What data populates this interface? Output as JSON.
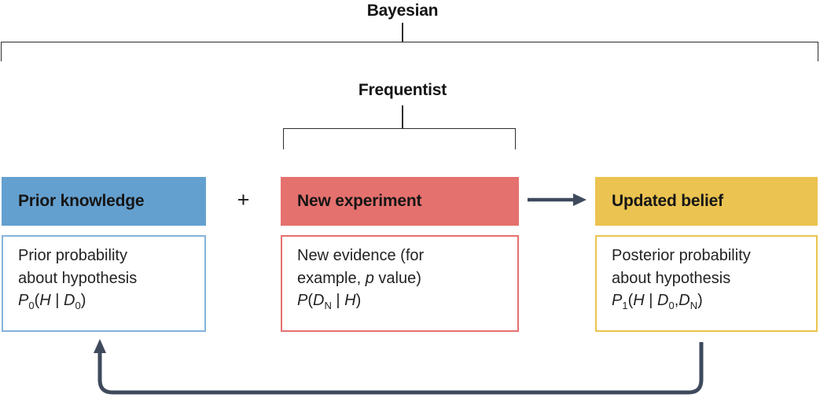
{
  "labels": {
    "bayesian": "Bayesian",
    "frequentist": "Frequentist",
    "plus": "+"
  },
  "colors": {
    "blue_fill": "#64A0CF",
    "blue_border": "#85B2DB",
    "red_fill": "#E5716E",
    "yellow_fill": "#EBC350",
    "arrow": "#3E4A5C",
    "bracket_line": "#2e2e2e"
  },
  "boxes": [
    {
      "id": "prior-knowledge",
      "header": "Prior knowledge",
      "body_lines": [
        "Prior probability",
        "about hypothesis"
      ],
      "formula_text": "P0(H | D0)",
      "formula": [
        "P",
        "0",
        "(",
        "H",
        " | ",
        "D",
        "0",
        ")"
      ]
    },
    {
      "id": "new-experiment",
      "header": "New experiment",
      "body_line1": "New evidence (for",
      "body_line2": [
        "example, ",
        "p",
        " value)"
      ],
      "formula_text": "P(DN | H)",
      "formula": [
        "P",
        "(",
        "D",
        "N",
        " | ",
        "H",
        ")"
      ]
    },
    {
      "id": "updated-belief",
      "header": "Updated belief",
      "body_lines": [
        "Posterior probability",
        "about hypothesis"
      ],
      "formula_text": "P1(H | D0,DN)",
      "formula": [
        "P",
        "1",
        "(",
        "H",
        " | ",
        "D",
        "0",
        ",",
        "D",
        "N",
        ")"
      ]
    }
  ]
}
